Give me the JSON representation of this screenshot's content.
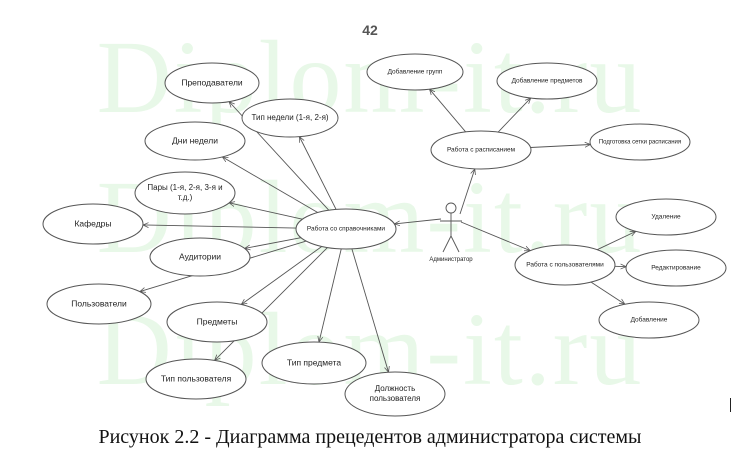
{
  "page_number": "42",
  "watermark": "Diplom-it.ru",
  "caption": "Рисунок 2.2 - Диаграмма прецедентов администратора системы",
  "actor": {
    "label": "Администратор"
  },
  "hubs": {
    "ref": "Работа со справочниками",
    "sched": "Работа с расписанием",
    "users": "Работа с пользователями"
  },
  "ref_items": [
    "Преподаватели",
    "Тип недели (1-я, 2-я)",
    "Дни недели",
    "Пары (1-я, 2-я, 3-я и т.д.)",
    "Кафедры",
    "Аудитории",
    "Пользователи",
    "Предметы",
    "Тип пользователя",
    "Тип предмета",
    "Должность пользователя"
  ],
  "sched_items": [
    "Добавление групп",
    "Добавление предметов",
    "Подготовка сетки расписания"
  ],
  "user_items": [
    "Удаление",
    "Редактирование",
    "Добавление"
  ]
}
